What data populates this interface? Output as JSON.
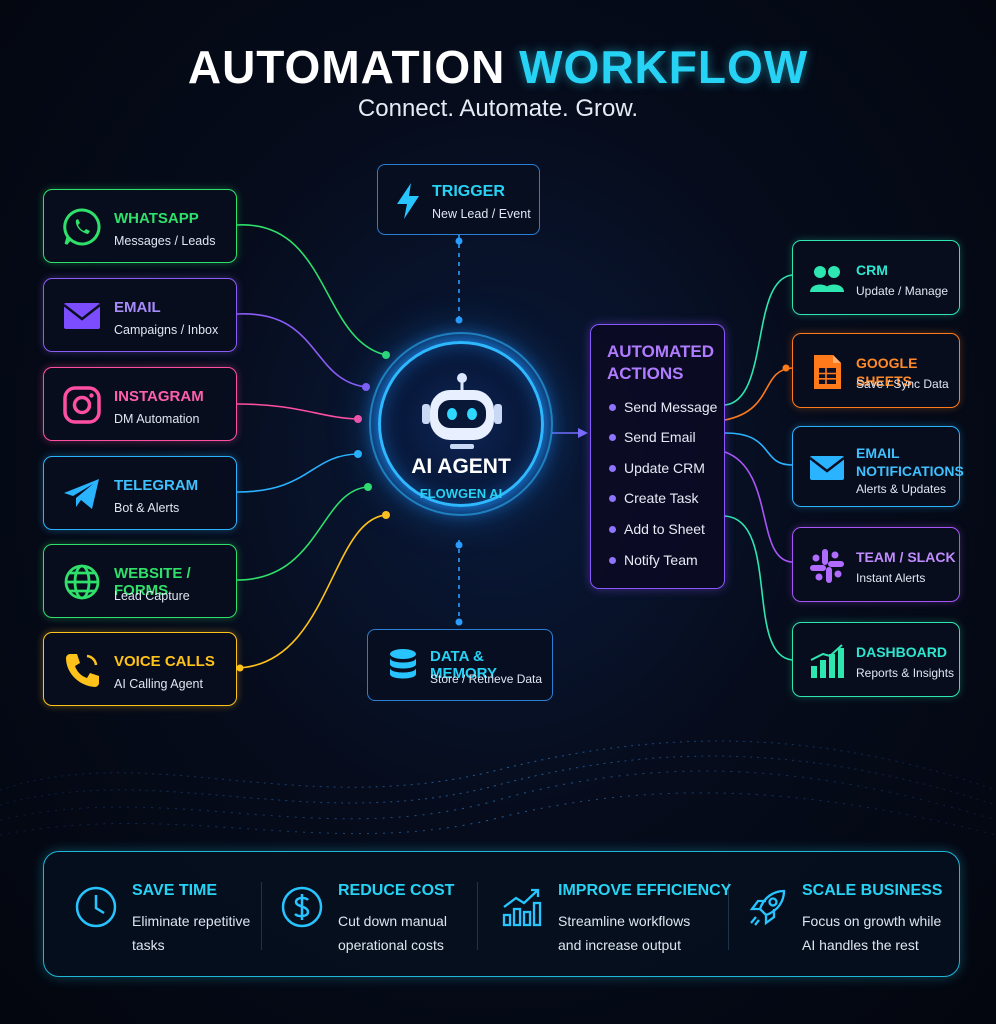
{
  "header": {
    "title_part1": "AUTOMATION",
    "title_part2": "WORKFLOW",
    "subtitle": "Connect. Automate. Grow."
  },
  "trigger": {
    "title": "TRIGGER",
    "desc": "New Lead / Event",
    "icon": "lightning-icon"
  },
  "sources": [
    {
      "id": "whatsapp",
      "title": "WHATSAPP",
      "desc": "Messages / Leads",
      "color": "#2fe06a",
      "icon": "whatsapp-icon"
    },
    {
      "id": "email",
      "title": "EMAIL",
      "desc": "Campaigns / Inbox",
      "color": "#8b5cf6",
      "icon": "envelope-icon"
    },
    {
      "id": "instagram",
      "title": "INSTAGRAM",
      "desc": "DM Automation",
      "color": "#ff4fa3",
      "icon": "instagram-icon"
    },
    {
      "id": "telegram",
      "title": "TELEGRAM",
      "desc": "Bot & Alerts",
      "color": "#2ab3ff",
      "icon": "paper-plane-icon"
    },
    {
      "id": "website",
      "title": "WEBSITE / FORMS",
      "desc": "Lead Capture",
      "color": "#2fe06a",
      "icon": "globe-icon"
    },
    {
      "id": "voice",
      "title": "VOICE CALLS",
      "desc": "AI Calling Agent",
      "color": "#ffc21a",
      "icon": "phone-icon"
    }
  ],
  "agent": {
    "name": "AI AGENT",
    "subtitle": "FLOWGEN AI",
    "icon": "robot-icon"
  },
  "memory": {
    "title": "DATA & MEMORY",
    "desc": "Store / Retrieve Data",
    "icon": "database-icon"
  },
  "actions": {
    "heading_line1": "AUTOMATED",
    "heading_line2": "ACTIONS",
    "items": [
      "Send Message",
      "Send Email",
      "Update CRM",
      "Create Task",
      "Add to Sheet",
      "Notify Team"
    ]
  },
  "outputs": [
    {
      "id": "crm",
      "title_line1": "CRM",
      "title_line2": "",
      "desc": "Update / Manage",
      "color": "#2ee6b0",
      "icon": "users-icon"
    },
    {
      "id": "sheets",
      "title_line1": "GOOGLE SHEETS",
      "title_line2": "",
      "desc": "Save / Sync Data",
      "color": "#ff7a1a",
      "icon": "spreadsheet-icon"
    },
    {
      "id": "notifications",
      "title_line1": "EMAIL",
      "title_line2": "NOTIFICATIONS",
      "desc": "Alerts & Updates",
      "color": "#2ab3ff",
      "icon": "envelope-icon"
    },
    {
      "id": "slack",
      "title_line1": "TEAM / SLACK",
      "title_line2": "",
      "desc": "Instant Alerts",
      "color": "#a855f7",
      "icon": "slack-icon"
    },
    {
      "id": "dashboard",
      "title_line1": "DASHBOARD",
      "title_line2": "",
      "desc": "Reports & Insights",
      "color": "#2ee6b0",
      "icon": "bar-chart-icon"
    }
  ],
  "benefits": [
    {
      "title": "SAVE TIME",
      "line1": "Eliminate repetitive",
      "line2": "tasks",
      "icon": "clock-icon"
    },
    {
      "title": "REDUCE COST",
      "line1": "Cut down manual",
      "line2": "operational costs",
      "icon": "dollar-icon"
    },
    {
      "title": "IMPROVE EFFICIENCY",
      "line1": "Streamline workflows",
      "line2": "and increase output",
      "icon": "growth-chart-icon"
    },
    {
      "title": "SCALE BUSINESS",
      "line1": "Focus on growth while",
      "line2": "AI handles the rest",
      "icon": "rocket-icon"
    }
  ]
}
